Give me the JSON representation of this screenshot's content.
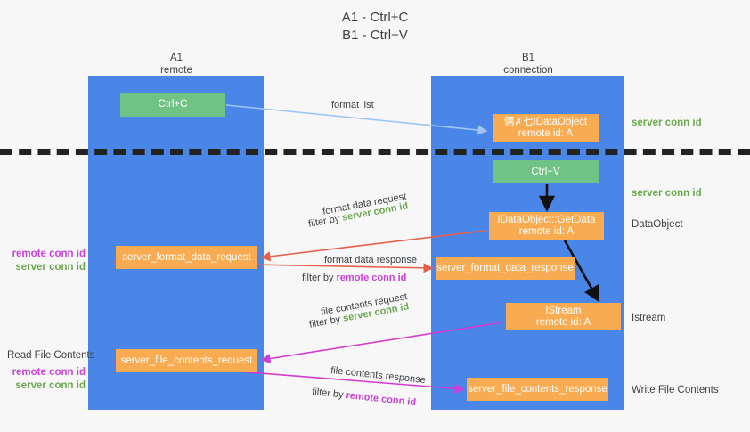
{
  "title": {
    "line1": "A1 - Ctrl+C",
    "line2": "B1 - Ctrl+V"
  },
  "lanes": {
    "a": {
      "name": "A1",
      "sub": "remote"
    },
    "b": {
      "name": "B1",
      "sub": "connection"
    }
  },
  "boxes": {
    "ctrl_c": "Ctrl+C",
    "idataobject_line1": "俩✗七IDataObject",
    "idataobject_line2": "remote id: A",
    "ctrl_v": "Ctrl+V",
    "getdata_line1": "IDataObject::GetData",
    "getdata_line2": "remote id: A",
    "server_format_data_request": "server_format_data_request",
    "server_format_data_response": "server_format_data_response",
    "istream_line1": "IStream",
    "istream_line2": "remote id: A",
    "server_file_contents_request": "server_file_contents_request",
    "server_file_contents_response": "server_file_contents_response"
  },
  "captions": {
    "format_list": "format list",
    "format_data_request": "format data request",
    "filter_by": "filter by ",
    "server_conn_id": "server conn id",
    "remote_conn_id": "remote conn id",
    "format_data_response": "format data response",
    "file_contents_request": "file contents request",
    "file_contents_response": "file contents response"
  },
  "side_labels": {
    "server_conn_id_top": "server conn id",
    "server_conn_id_mid": "server conn id",
    "dataobject": "DataObject",
    "istream": "Istream",
    "write_file_contents": "Write File Contents",
    "read_file_contents": "Read File Contents",
    "remote_conn_id": "remote conn id",
    "server_conn_id": "server conn id"
  },
  "colors": {
    "lane": "#4a86e8",
    "orange": "#f9ab52",
    "green_box": "#71c285",
    "green_text": "#6aa84f",
    "magenta_text": "#c840d8",
    "arrow_red": "#e8604c",
    "arrow_magenta": "#d33ad0",
    "arrow_blue": "#9fc5f8",
    "arrow_black": "#111111",
    "background": "#f7f7f7"
  }
}
